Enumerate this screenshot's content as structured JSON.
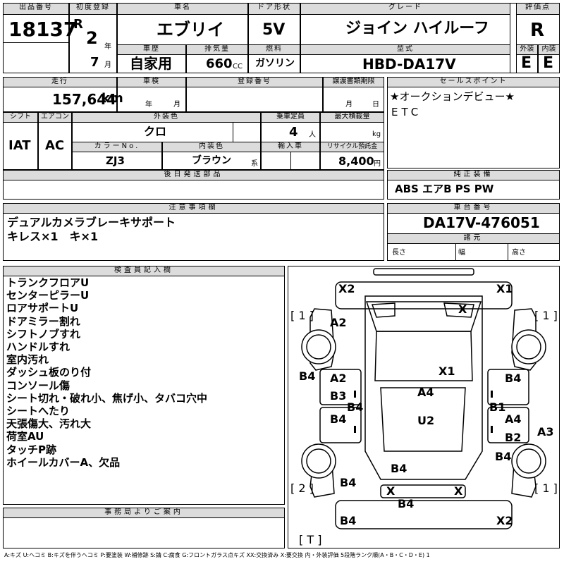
{
  "header": {
    "lot_label": "出品番号",
    "lot_value": "18137",
    "first_reg_label": "初度登録",
    "era": "R",
    "year": "2",
    "year_unit": "年",
    "month": "7",
    "month_unit": "月",
    "car_name_label": "車名",
    "car_name": "エブリイ",
    "door_label": "ドア形状",
    "door_value": "5V",
    "grade_label": "グレード",
    "grade_value": "ジョイン ハイルーフ",
    "score_label": "評価点",
    "score_value": "R",
    "history_label": "車歴",
    "history_value": "自家用",
    "displacement_label": "排気量",
    "displacement_value": "660",
    "displacement_unit": "CC",
    "fuel_label": "燃料",
    "fuel_value": "ガソリン",
    "model_label": "型式",
    "model_value": "HBD-DA17V",
    "exterior_label": "外装",
    "exterior_value": "E",
    "interior_label": "内装",
    "interior_value": "E"
  },
  "row2": {
    "mileage_label": "走行",
    "mileage_value": "157,644",
    "mileage_unit": "km",
    "inspection_label": "車検",
    "insp_year_unit": "年",
    "insp_month_unit": "月",
    "reg_no_label": "登録番号",
    "transfer_label": "譲渡書類期限",
    "transfer_month_unit": "月",
    "transfer_day_unit": "日",
    "sales_point_label": "セールスポイント",
    "sales_points": [
      "★オークションデビュー★",
      "ETC"
    ]
  },
  "row3": {
    "shift_label": "シフト",
    "shift_value": "IAT",
    "ac_label": "エアコン",
    "ac_value": "AC",
    "ext_color_label": "外装色",
    "ext_color_value": "クロ",
    "capacity_label": "乗車定員",
    "capacity_value": "4",
    "capacity_unit": "人",
    "max_load_label": "最大積載量",
    "max_load_unit": "kg",
    "color_no_label": "カラーNo.",
    "color_no_value": "ZJ3",
    "int_color_label": "内装色",
    "int_color_value": "ブラウン",
    "int_color_unit": "系",
    "import_label": "輸入車",
    "recycle_label": "リサイクル預託金",
    "recycle_value": "8,400",
    "recycle_unit": "円",
    "later_parts_label": "後日発送部品",
    "equipment_label": "純正装備",
    "equipment_value": "ABS エアB PS PW"
  },
  "notes": {
    "label": "注意事項欄",
    "lines": [
      "デュアルカメラブレーキサポート",
      "キレス×1　キ×1"
    ]
  },
  "chassis": {
    "label": "車台番号",
    "value": "DA17V-476051",
    "dims_label": "諸元",
    "length_label": "長さ",
    "width_label": "幅",
    "height_label": "高さ"
  },
  "inspector": {
    "label": "検査員記入欄",
    "lines": [
      "トランクフロアU",
      "センターピラーU",
      "ロアサポートU",
      "ドアミラー割れ",
      "シフトノブすれ",
      "ハンドルすれ",
      "室内汚れ",
      "ダッシュ板のり付",
      "コンソール傷",
      "シート切れ・破れ小、焦げ小、タバコ穴中",
      "シートへたり",
      "天張傷大、汚れ大",
      "荷室AU",
      "タッチP跡",
      "ホイールカバーA、欠品"
    ]
  },
  "office": {
    "label": "事務局よりご案内"
  },
  "legend": "A:キズ U:ヘコミ B:キズを伴うヘコミ P:要塗装 W:補修跡 S:錆 C:腐食 G:フロントガラス点キズ XX:交換済み X:要交換 内・外装評価 5段階ランク順(A・B・C・D・E) 1",
  "diagram": {
    "corner_labels": [
      "[ 1 ]",
      "[ 1 ]",
      "[ 2 ]",
      "[ 1 ]",
      "[ T ]"
    ],
    "marks": [
      "X2",
      "X1",
      "X",
      "A2",
      "B4",
      "X1",
      "A2",
      "B3",
      "B4",
      "A4",
      "B4",
      "B1",
      "U2",
      "B4",
      "A4",
      "B2",
      "A3",
      "B4",
      "B4",
      "B4",
      "X",
      "X",
      "B4",
      "B4",
      "X2"
    ]
  }
}
